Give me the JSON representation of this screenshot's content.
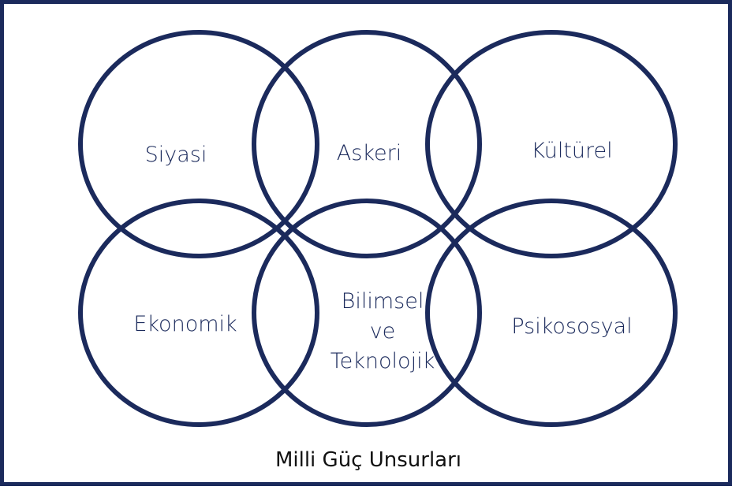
{
  "colors": {
    "ring": "#1b2a5c",
    "label": "#1b2a5c",
    "caption": "#111111",
    "frame": "#1b2a5c"
  },
  "elements": [
    {
      "label_lines": [
        "Siyasi"
      ]
    },
    {
      "label_lines": [
        "Askeri"
      ]
    },
    {
      "label_lines": [
        "Kültürel"
      ]
    },
    {
      "label_lines": [
        "Ekonomik"
      ]
    },
    {
      "label_lines": [
        "Bilimsel",
        "ve",
        "Teknolojik"
      ]
    },
    {
      "label_lines": [
        "Psikososyal"
      ]
    }
  ],
  "caption": "Milli Güç Unsurları"
}
